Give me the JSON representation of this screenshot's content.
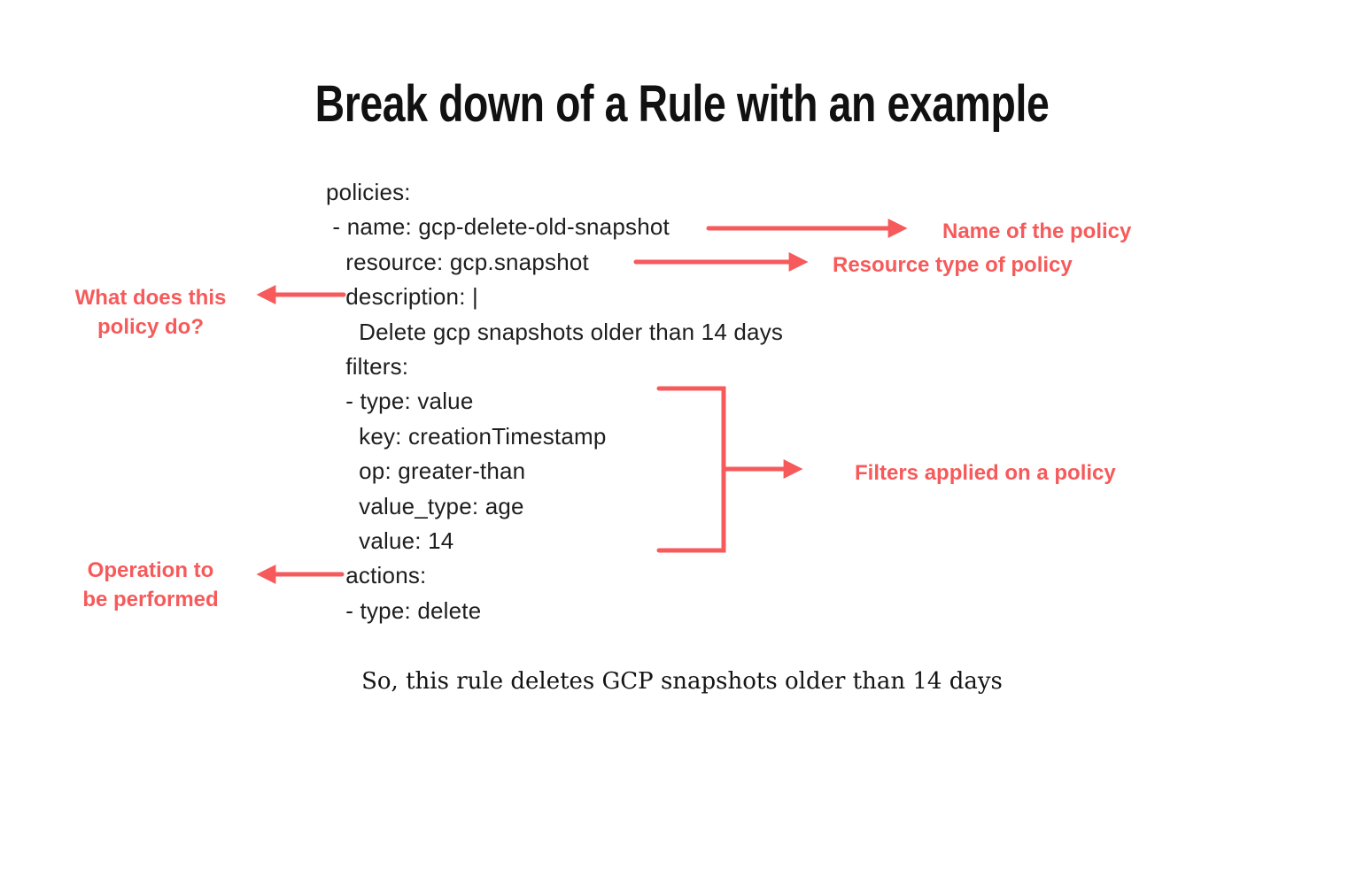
{
  "title": "Break down of a Rule with an example",
  "colors": {
    "accent_red": "#F65A5B",
    "code_text": "#1E1E1E",
    "background": "#FFFFFF"
  },
  "code": {
    "language": "yaml",
    "lines": [
      "policies:",
      " - name: gcp-delete-old-snapshot",
      "   resource: gcp.snapshot",
      "   description: |",
      "     Delete gcp snapshots older than 14 days",
      "   filters:",
      "   - type: value",
      "     key: creationTimestamp",
      "     op: greater-than",
      "     value_type: age",
      "     value: 14",
      "   actions:",
      "   - type: delete"
    ]
  },
  "annotations": {
    "name_label": "Name of the policy",
    "resource_label": "Resource type of policy",
    "description_label": "What does this\npolicy do?",
    "filters_label": "Filters applied on a policy",
    "actions_label": "Operation to\nbe performed"
  },
  "footer": "So, this rule deletes GCP snapshots older than 14 days"
}
